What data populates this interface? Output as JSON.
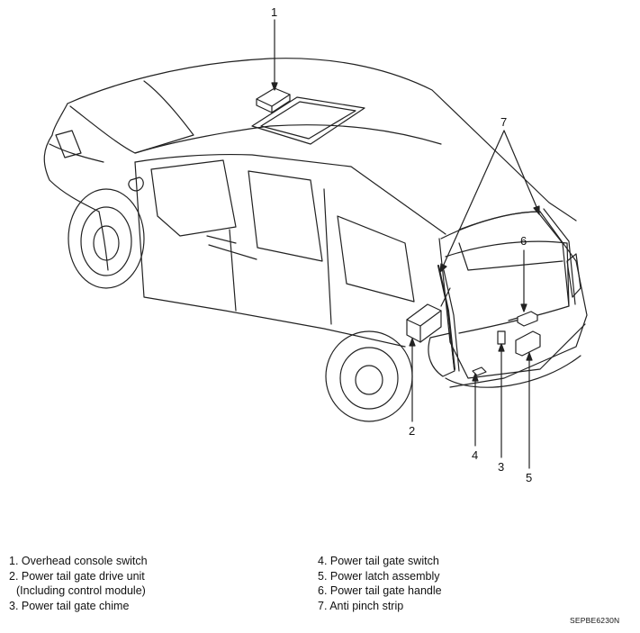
{
  "callouts": [
    "1",
    "2",
    "3",
    "4",
    "5",
    "6",
    "7"
  ],
  "legend": {
    "left": [
      "1. Overhead console switch",
      "2. Power tail gate drive unit",
      "(Including control module)",
      "3. Power tail gate chime"
    ],
    "right": [
      "4. Power tail gate switch",
      "5. Power latch assembly",
      "6. Power tail gate handle",
      "7. Anti pinch strip"
    ]
  },
  "figure_code": "SEPBE6230N",
  "colors": {
    "line": "#222222",
    "background": "#ffffff"
  }
}
